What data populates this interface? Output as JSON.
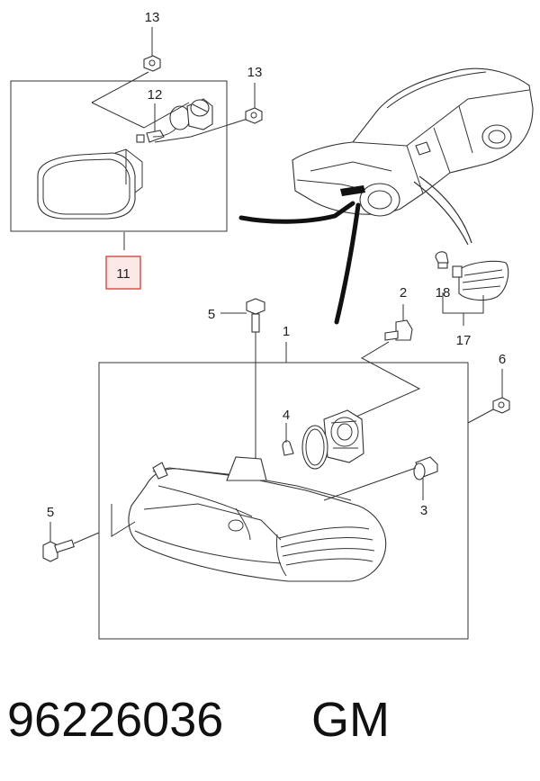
{
  "callouts": {
    "c13a": "13",
    "c13b": "13",
    "c12": "12",
    "c11": "11",
    "c2": "2",
    "c18": "18",
    "c17": "17",
    "c5a": "5",
    "c1": "1",
    "c6": "6",
    "c4": "4",
    "c3": "3",
    "c5b": "5"
  },
  "footer": {
    "part_number": "96226036",
    "brand": "GM"
  },
  "colors": {
    "highlight_border": "#d9534f",
    "highlight_fill": "#fde8e8",
    "line": "#333333"
  }
}
